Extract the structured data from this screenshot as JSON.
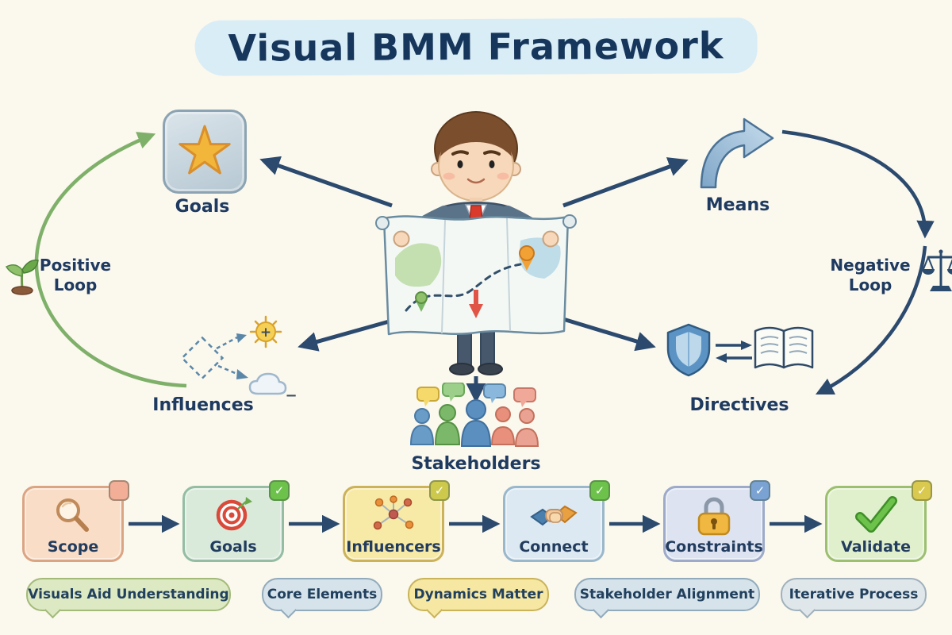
{
  "title": "Visual BMM Framework",
  "colors": {
    "background": "#fbf8ee",
    "ink": "#1d3a5f",
    "arrow": "#2b4a6e",
    "title_highlight": "#d9edf7",
    "positive_loop": "#7fb069",
    "negative_loop": "#2b4a6e"
  },
  "nodes": {
    "goals": {
      "label": "Goals",
      "icon": "star-icon"
    },
    "means": {
      "label": "Means",
      "icon": "curved-arrow-icon"
    },
    "influences": {
      "label": "Influences",
      "icon": "diamond-sun-cloud-icon",
      "sun_symbol": "+",
      "cloud_symbol": "−"
    },
    "directives": {
      "label": "Directives",
      "icon": "shield-book-icon"
    },
    "stakeholders": {
      "label": "Stakeholders",
      "icon": "people-speech-icon"
    }
  },
  "loops": {
    "positive": {
      "line1": "Positive",
      "line2": "Loop",
      "icon": "sprout-icon",
      "color": "#7fb069"
    },
    "negative": {
      "line1": "Negative",
      "line2": "Loop",
      "icon": "scales-icon",
      "color": "#2b4a6e"
    }
  },
  "center": {
    "illustration": "businessman-holding-map"
  },
  "process": {
    "steps": [
      {
        "label": "Scope",
        "icon": "magnifier-icon",
        "bg": "#f9ddc7",
        "border": "#dba583",
        "badge": "#f2ae97",
        "badge_label": ""
      },
      {
        "label": "Goals",
        "icon": "target-icon",
        "bg": "#d9eadb",
        "border": "#94bda4",
        "badge": "#6cc24a",
        "badge_label": "✓"
      },
      {
        "label": "Influencers",
        "icon": "network-icon",
        "bg": "#f7e9a6",
        "border": "#ccb258",
        "badge": "#cdc94d",
        "badge_label": "✓"
      },
      {
        "label": "Connect",
        "icon": "handshake-icon",
        "bg": "#dce9f2",
        "border": "#9ab8cc",
        "badge": "#6cc24a",
        "badge_label": "✓"
      },
      {
        "label": "Constraints",
        "icon": "padlock-icon",
        "bg": "#dde3f1",
        "border": "#9daac9",
        "badge": "#7aa3d4",
        "badge_label": "✓"
      },
      {
        "label": "Validate",
        "icon": "checkmark-icon",
        "bg": "#e0f0cd",
        "border": "#9cc070",
        "badge": "#d9c94e",
        "badge_label": "✓"
      }
    ]
  },
  "callouts": [
    {
      "label": "Visuals Aid Understanding",
      "bg": "#dde9c3",
      "border": "#a3ba79"
    },
    {
      "label": "Core Elements",
      "bg": "#d6e3eb",
      "border": "#92abbc"
    },
    {
      "label": "Dynamics Matter",
      "bg": "#f6e7a2",
      "border": "#c9b45a"
    },
    {
      "label": "Stakeholder Alignment",
      "bg": "#d6e3eb",
      "border": "#92abbc"
    },
    {
      "label": "Iterative Process",
      "bg": "#e0e7eb",
      "border": "#a0b1bc"
    }
  ]
}
